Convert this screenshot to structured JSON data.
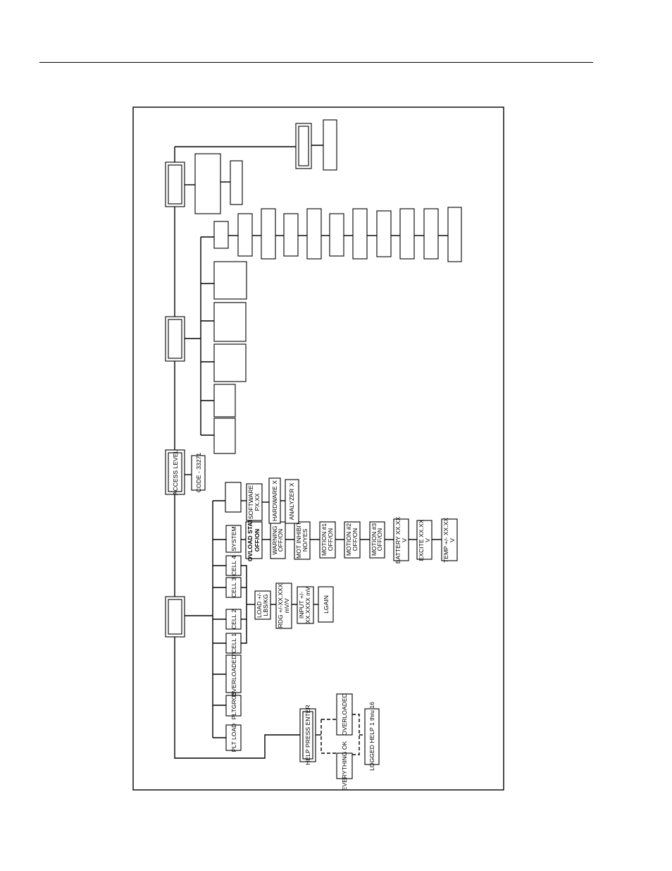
{
  "diagram": {
    "main_menu": {
      "items": [
        {
          "key": "plt_load",
          "label": "PLT LOAD"
        },
        {
          "key": "pltgros",
          "label": "PLTGROS"
        },
        {
          "key": "overloaded",
          "label": "OVERLOADED?"
        },
        {
          "key": "cell1",
          "label": "CELL 1"
        },
        {
          "key": "cell2",
          "label": "CELL 2"
        },
        {
          "key": "cell3",
          "label": "CELL 3"
        },
        {
          "key": "cell4",
          "label": "CELL 4"
        },
        {
          "key": "system",
          "label": "SYSTEM"
        }
      ]
    },
    "cell_submenu": {
      "items": [
        {
          "key": "load",
          "lines": [
            "LOAD +/-",
            "LBS/KG"
          ]
        },
        {
          "key": "rdg",
          "lines": [
            "RDG +/-XX.XXX",
            "mV/V"
          ]
        },
        {
          "key": "input",
          "lines": [
            "INPUT +/-",
            "XX.XXXX mV"
          ]
        },
        {
          "key": "lgain",
          "lines": [
            "LGAIN"
          ]
        }
      ]
    },
    "system_submenu": {
      "items": [
        {
          "key": "ovload_stat",
          "lines": [
            "OVLOAD STAT",
            "OFF/ON"
          ],
          "emphasis": true
        },
        {
          "key": "warning",
          "lines": [
            "WARNING",
            "OFF/ON"
          ]
        },
        {
          "key": "mot_inhibit",
          "lines": [
            "MOT INHIBIT",
            "NO/YES"
          ]
        },
        {
          "key": "motion1",
          "lines": [
            "MOTION #1",
            "OFF/ON"
          ]
        },
        {
          "key": "motion2",
          "lines": [
            "MOTION #2",
            "OFF/ON"
          ]
        },
        {
          "key": "motion3",
          "lines": [
            "MOTION #3",
            "OFF/ON"
          ]
        },
        {
          "key": "battery",
          "lines": [
            "BATTERY XX.XX",
            "V"
          ]
        },
        {
          "key": "excite",
          "lines": [
            "EXCITE XX.XX",
            "V"
          ]
        },
        {
          "key": "temp",
          "lines": [
            "TEMP +/- XX.XX",
            "V"
          ]
        }
      ]
    },
    "version_info": {
      "items": [
        {
          "key": "software",
          "lines": [
            "SOFTWARE",
            "PX.XX"
          ]
        },
        {
          "key": "hardware",
          "lines": [
            "HARDWARE X"
          ]
        },
        {
          "key": "analyzer",
          "lines": [
            "ANALYZER X"
          ]
        }
      ]
    },
    "access": {
      "label": "ACCESS LEVEL",
      "code": "CODE - 33271"
    },
    "help": {
      "label": "HELP PRESS ENTER",
      "options": [
        {
          "key": "everything_ok",
          "label": "EVERYTHING OK"
        },
        {
          "key": "overloaded",
          "label": "OVERLOADED"
        },
        {
          "key": "logged_help",
          "label": "LOGGED HELP 1 thru 16"
        }
      ]
    }
  }
}
